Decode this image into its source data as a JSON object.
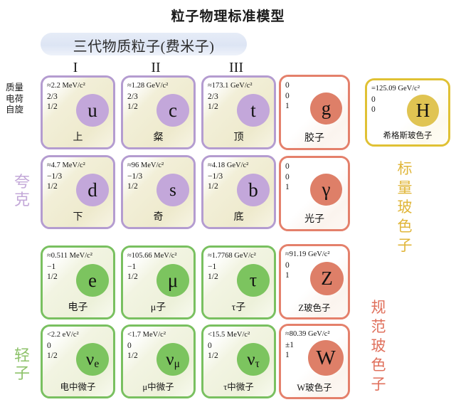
{
  "title": "粒子物理标准模型",
  "banner": {
    "label": "三代物质粒子(费米子)"
  },
  "generations": {
    "g1": "I",
    "g2": "II",
    "g3": "III"
  },
  "axis_labels": {
    "mass": "质量",
    "charge": "电荷",
    "spin": "自旋"
  },
  "group_labels": {
    "quark": "夸克",
    "lepton": "轻子",
    "scalar_boson": "标量玻色子",
    "gauge_boson": "规范玻色子"
  },
  "colors": {
    "quark_border": "#b49cd0",
    "quark_disc": "#c3a7da",
    "lepton_border": "#79c060",
    "lepton_disc": "#7cc45f",
    "gauge_border": "#e4806b",
    "gauge_disc": "#de7f68",
    "scalar_border": "#e0c134",
    "scalar_disc": "#e0c452",
    "banner_bg": "#dde5f4"
  },
  "particles": {
    "up": {
      "symbol": "u",
      "mass": "≈2.2 MeV/c²",
      "charge": "2/3",
      "spin": "1/2",
      "name": "上"
    },
    "charm": {
      "symbol": "c",
      "mass": "≈1.28 GeV/c²",
      "charge": "2/3",
      "spin": "1/2",
      "name": "粲"
    },
    "top": {
      "symbol": "t",
      "mass": "≈173.1 GeV/c²",
      "charge": "2/3",
      "spin": "1/2",
      "name": "顶"
    },
    "down": {
      "symbol": "d",
      "mass": "≈4.7 MeV/c²",
      "charge": "−1/3",
      "spin": "1/2",
      "name": "下"
    },
    "strange": {
      "symbol": "s",
      "mass": "≈96 MeV/c²",
      "charge": "−1/3",
      "spin": "1/2",
      "name": "奇"
    },
    "bottom": {
      "symbol": "b",
      "mass": "≈4.18 GeV/c²",
      "charge": "−1/3",
      "spin": "1/2",
      "name": "底"
    },
    "electron": {
      "symbol": "e",
      "mass": "≈0.511 MeV/c²",
      "charge": "−1",
      "spin": "1/2",
      "name": "电子"
    },
    "muon": {
      "symbol": "μ",
      "mass": "≈105.66 MeV/c²",
      "charge": "−1",
      "spin": "1/2",
      "name": "μ子"
    },
    "tau": {
      "symbol": "τ",
      "mass": "≈1.7768 GeV/c²",
      "charge": "−1",
      "spin": "1/2",
      "name": "τ子"
    },
    "nu_e": {
      "symbol": "ν",
      "sub": "e",
      "mass": "<2.2 eV/c²",
      "charge": "0",
      "spin": "1/2",
      "name": "电中微子"
    },
    "nu_mu": {
      "symbol": "ν",
      "sub": "μ",
      "mass": "<1.7 MeV/c²",
      "charge": "0",
      "spin": "1/2",
      "name": "μ中微子"
    },
    "nu_tau": {
      "symbol": "ν",
      "sub": "τ",
      "mass": "<15.5 MeV/c²",
      "charge": "0",
      "spin": "1/2",
      "name": "τ中微子"
    },
    "gluon": {
      "symbol": "g",
      "mass": "0",
      "charge": "0",
      "spin": "1",
      "name": "胶子"
    },
    "photon": {
      "symbol": "γ",
      "mass": "0",
      "charge": "0",
      "spin": "1",
      "name": "光子"
    },
    "zboson": {
      "symbol": "Z",
      "mass": "≈91.19 GeV/c²",
      "charge": "0",
      "spin": "1",
      "name": "Z玻色子"
    },
    "wboson": {
      "symbol": "W",
      "mass": "≈80.39 GeV/c²",
      "charge": "±1",
      "spin": "1",
      "name": "W玻色子"
    },
    "higgs": {
      "symbol": "H",
      "mass": "=125.09 GeV/c²",
      "charge": "0",
      "spin": "0",
      "name": "希格斯玻色子"
    }
  }
}
